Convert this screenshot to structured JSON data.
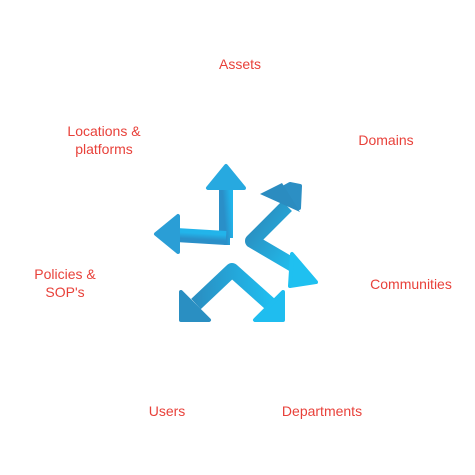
{
  "diagram": {
    "logo_icon": "diverging-arrows-icon",
    "accent_color": "#e8413a",
    "arrow_colors": [
      "#2a9fd6",
      "#1fb8ec",
      "#2c86b8"
    ],
    "nodes": [
      {
        "id": "assets",
        "label": "Assets"
      },
      {
        "id": "domains",
        "label": "Domains"
      },
      {
        "id": "communities",
        "label": "Communities"
      },
      {
        "id": "departments",
        "label": "Departments"
      },
      {
        "id": "users",
        "label": "Users"
      },
      {
        "id": "policies",
        "label": "Policies &\nSOP's"
      },
      {
        "id": "locations",
        "label": "Locations &\nplatforms"
      }
    ]
  }
}
